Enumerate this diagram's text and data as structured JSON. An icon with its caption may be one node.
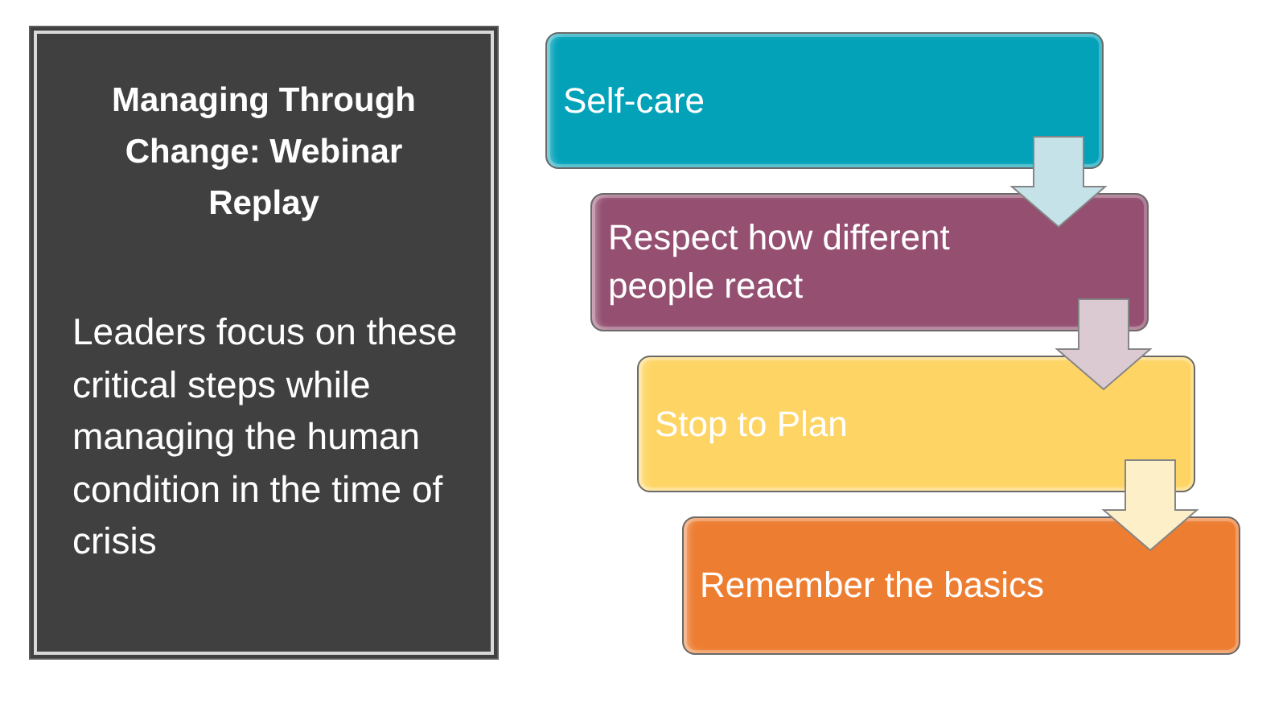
{
  "diagram": {
    "nodes": [
      {
        "text": [
          "Managing Through Change: Webinar Replay",
          "Leaders focus on these critical steps while managing the human condition in the time of crisis"
        ]
      },
      {
        "text": [
          "Self-care"
        ]
      },
      {
        "text": [
          "Respect how different people react"
        ]
      },
      {
        "text": [
          "Stop to Plan"
        ]
      },
      {
        "text": [
          "Remember the basics"
        ]
      }
    ],
    "edges": [
      {
        "from": 1,
        "to": 2,
        "arrow": "to",
        "color": "#c6e2e9"
      },
      {
        "from": 2,
        "to": 3,
        "arrow": "to",
        "color": "#dccad3"
      },
      {
        "from": 3,
        "to": 4,
        "arrow": "to",
        "color": "#fdefc8"
      }
    ]
  }
}
